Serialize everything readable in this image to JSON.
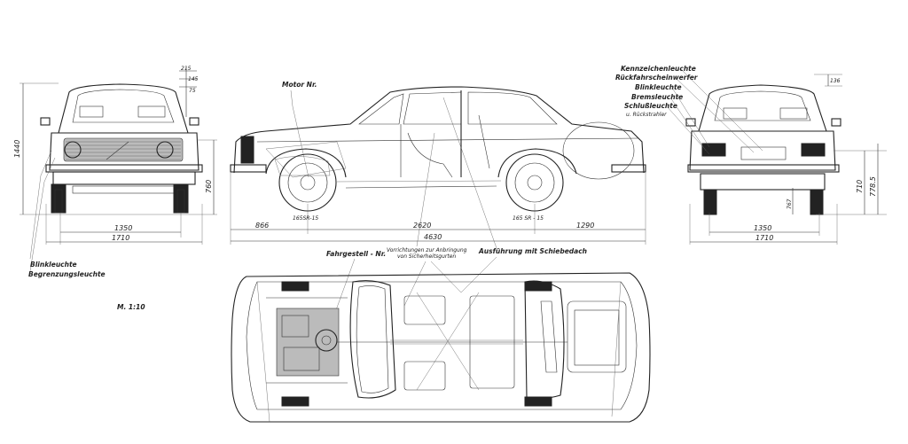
{
  "labels": {
    "motor": "Motor Nr.",
    "fahrgestell": "Fahrgestell - Nr.",
    "vorrichtungen_1": "Vorrichtungen zur Anbringung",
    "vorrichtungen_2": "von Sicherheitsgurten",
    "schiebedach": "Ausführung mit Schiebedach",
    "blinkleuchte_front": "Blinkleuchte",
    "begrenzung": "Begrenzungsleuchte",
    "scale": "M. 1:10",
    "kennzeichen": "Kennzeichenleuchte",
    "rueckfahr": "Rückfahrscheinwerfer",
    "blinkleuchte_rear": "Blinkleuchte",
    "brems": "Bremsleuchte",
    "schluss": "Schlußleuchte",
    "rueckstrahler": "u. Rückstrahler",
    "tire_front": "165SR-15",
    "tire_rear": "165 SR - 15"
  },
  "dimensions": {
    "front_track": "1350",
    "front_width": "1710",
    "front_height": "1440",
    "front_ground": "760",
    "front_d1": "215",
    "front_d2": "145",
    "front_d3": "75",
    "overhang_front": "866",
    "wheelbase": "2620",
    "overhang_rear": "1290",
    "length": "4630",
    "rear_track": "1350",
    "rear_width": "1710",
    "rear_top": "136",
    "rear_h1": "710",
    "rear_h2": "778.5",
    "rear_bumper": "767"
  }
}
